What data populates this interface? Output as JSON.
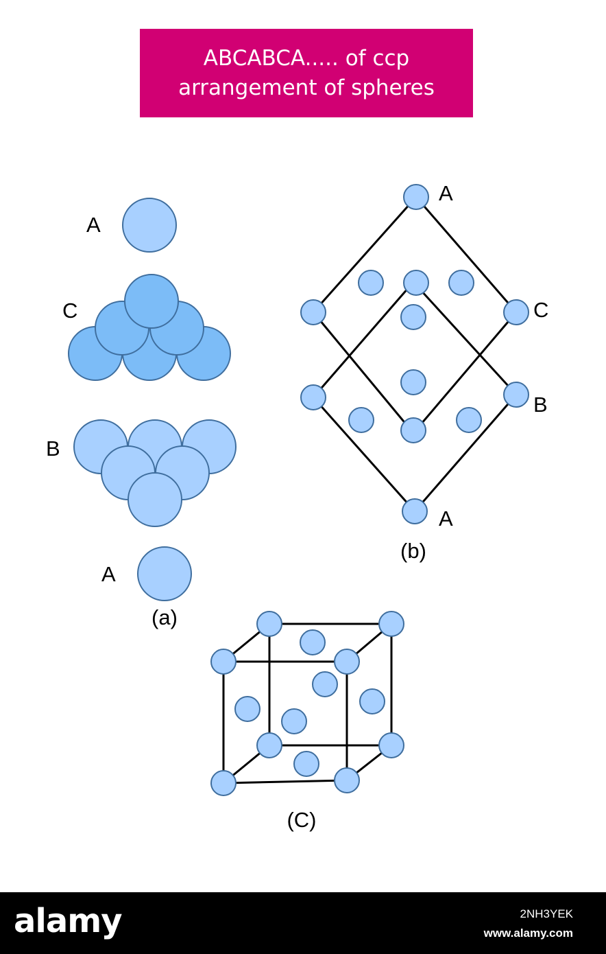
{
  "title": {
    "line1": "ABCABCA..... of ccp",
    "line2": "arrangement of spheres"
  },
  "panel_a": {
    "caption": "(a)",
    "layers": [
      "A",
      "C",
      "B",
      "A"
    ]
  },
  "panel_b": {
    "caption": "(b)",
    "labels": {
      "top": "A",
      "upper_right": "C",
      "lower_right": "B",
      "bottom": "A"
    }
  },
  "panel_c": {
    "caption": "(C)"
  },
  "colors": {
    "title_bg": "#d10073",
    "sphere_light": "#a8d0ff",
    "sphere_dark": "#7cbcf7",
    "sphere_stroke": "#3f6e9e",
    "line": "#000000"
  },
  "footer": {
    "logo": "alamy",
    "image_id": "2NH3YEK",
    "site": "www.alamy.com"
  }
}
